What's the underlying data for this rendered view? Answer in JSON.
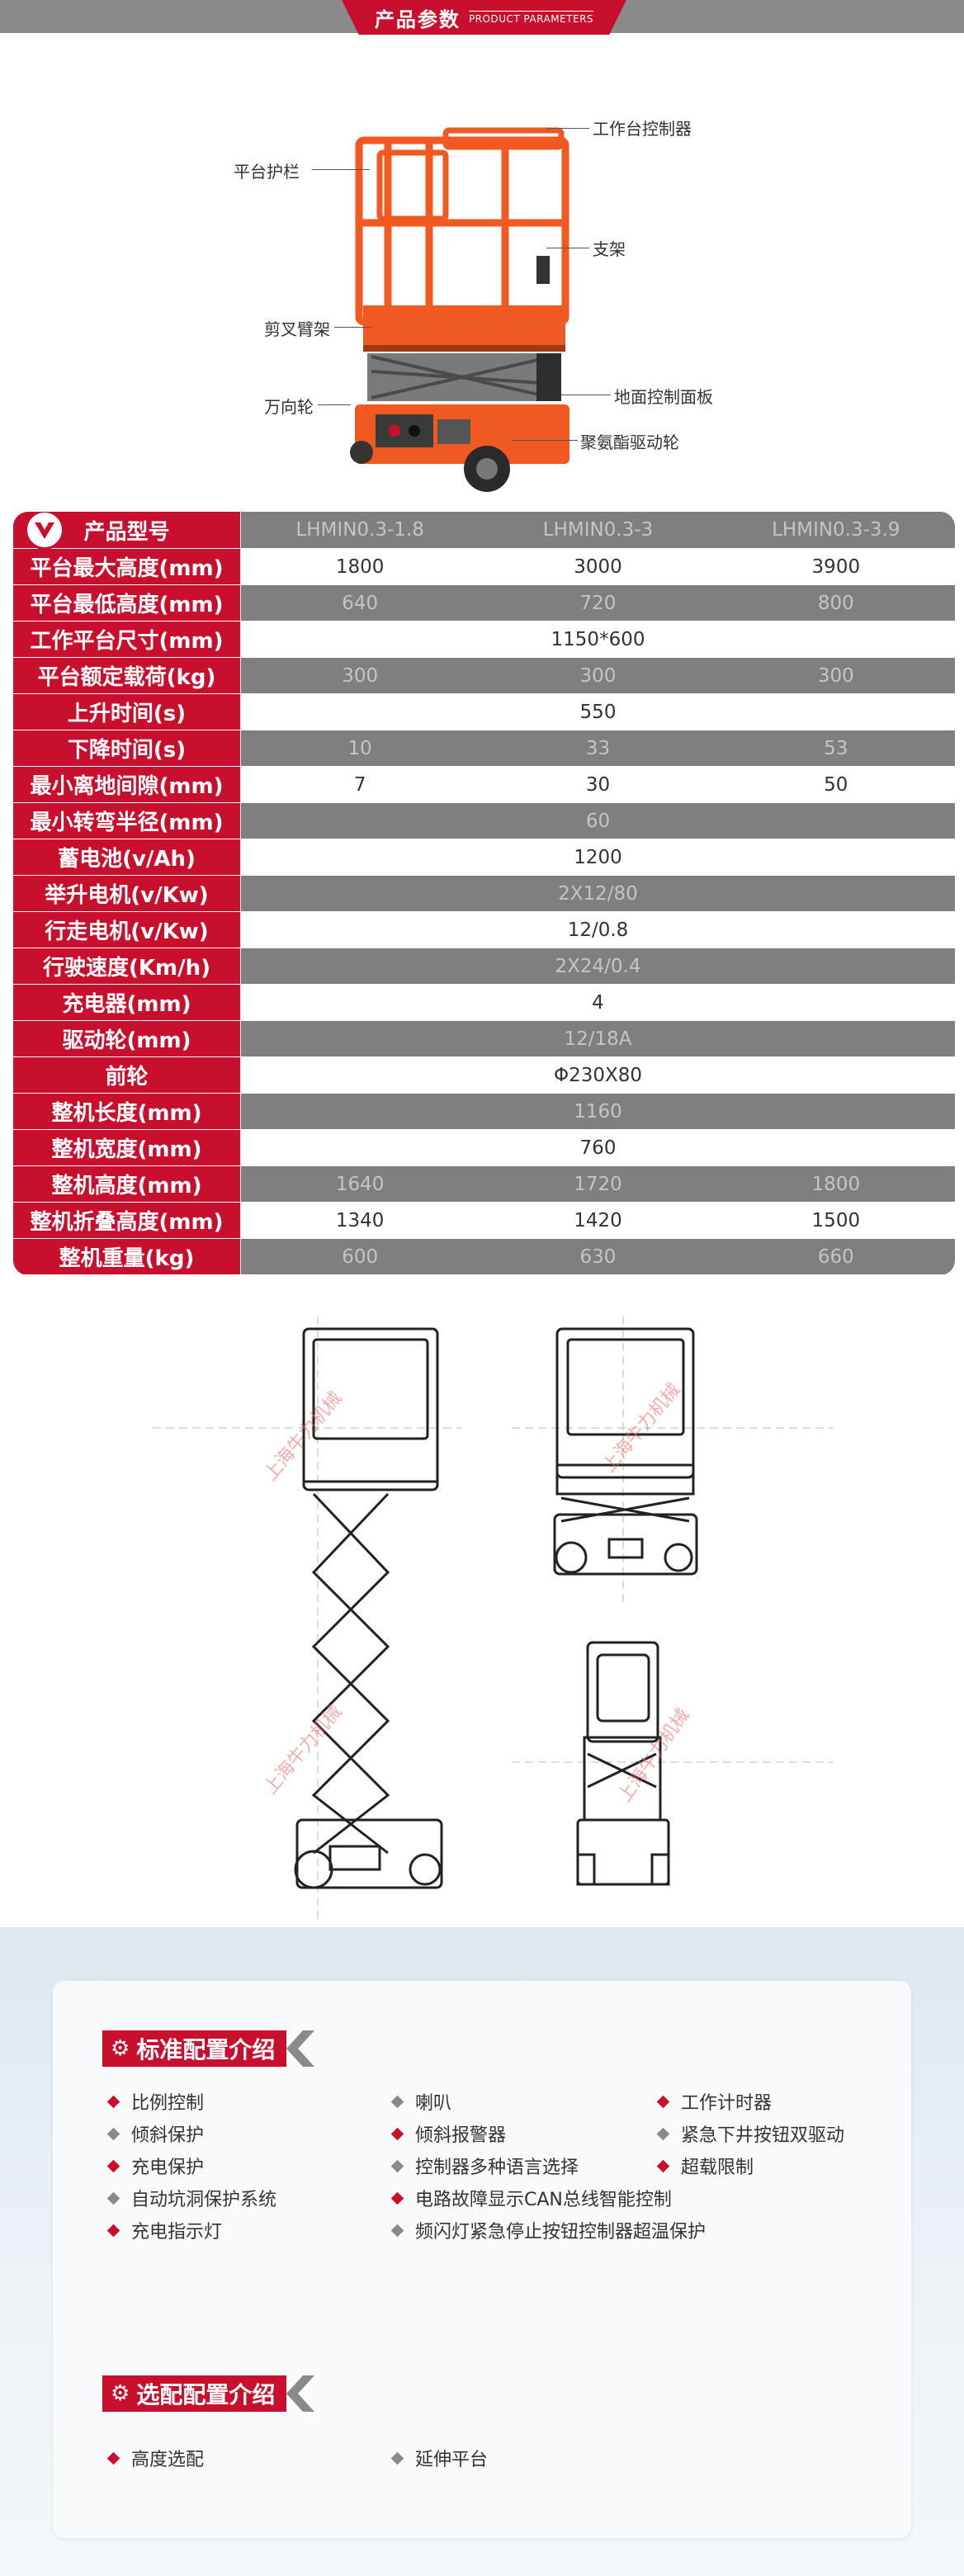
{
  "header": {
    "title_zh": "产品参数",
    "title_en": "PRODUCT PARAMETERS"
  },
  "hero_labels": {
    "guardrail": "平台护栏",
    "controller": "工作台控制器",
    "bracket": "支架",
    "scissor_arm": "剪叉臂架",
    "caster": "万向轮",
    "ground_panel": "地面控制面板",
    "pu_wheel": "聚氨酯驱动轮"
  },
  "spec_table": {
    "rows": [
      {
        "label": "产品型号",
        "values": [
          "LHMIN0.3-1.8",
          "LHMIN0.3-3",
          "LHMIN0.3-3.9"
        ],
        "style": "alt"
      },
      {
        "label": "平台最大高度(mm)",
        "values": [
          "1800",
          "3000",
          "3900"
        ],
        "style": "norm"
      },
      {
        "label": "平台最低高度(mm)",
        "values": [
          "640",
          "720",
          "800"
        ],
        "style": "alt"
      },
      {
        "label": "工作平台尺寸(mm)",
        "values": [
          "1150*600"
        ],
        "style": "norm"
      },
      {
        "label": "平台额定载荷(kg)",
        "values": [
          "300",
          "300",
          "300"
        ],
        "style": "alt"
      },
      {
        "label": "上升时间(s)",
        "values": [
          "550"
        ],
        "style": "norm"
      },
      {
        "label": "下降时间(s)",
        "values": [
          "10",
          "33",
          "53"
        ],
        "style": "alt"
      },
      {
        "label": "最小离地间隙(mm)",
        "values": [
          "7",
          "30",
          "50"
        ],
        "style": "norm"
      },
      {
        "label": "最小转弯半径(mm)",
        "values": [
          "60"
        ],
        "style": "alt"
      },
      {
        "label": "蓄电池(v/Ah)",
        "values": [
          "1200"
        ],
        "style": "norm"
      },
      {
        "label": "举升电机(v/Kw)",
        "values": [
          "2X12/80"
        ],
        "style": "alt"
      },
      {
        "label": "行走电机(v/Kw)",
        "values": [
          "12/0.8"
        ],
        "style": "norm"
      },
      {
        "label": "行驶速度(Km/h)",
        "values": [
          "2X24/0.4"
        ],
        "style": "alt"
      },
      {
        "label": "充电器(mm)",
        "values": [
          "4"
        ],
        "style": "norm"
      },
      {
        "label": "驱动轮(mm)",
        "values": [
          "12/18A"
        ],
        "style": "alt"
      },
      {
        "label": "前轮",
        "values": [
          "Φ230X80"
        ],
        "style": "norm"
      },
      {
        "label": "整机长度(mm)",
        "values": [
          "1160"
        ],
        "style": "alt"
      },
      {
        "label": "整机宽度(mm)",
        "values": [
          "760"
        ],
        "style": "norm"
      },
      {
        "label": "整机高度(mm)",
        "values": [
          "1640",
          "1720",
          "1800"
        ],
        "style": "alt"
      },
      {
        "label": "整机折叠高度(mm)",
        "values": [
          "1340",
          "1420",
          "1500"
        ],
        "style": "norm"
      },
      {
        "label": "整机重量(kg)",
        "values": [
          "600",
          "630",
          "660"
        ],
        "style": "alt"
      }
    ]
  },
  "drawings": {
    "watermark": "上海牛力机械"
  },
  "standard_config": {
    "title": "标准配置介绍",
    "items": [
      {
        "text": "比例控制",
        "color": "red"
      },
      {
        "text": "喇叭",
        "color": "grey"
      },
      {
        "text": "工作计时器",
        "color": "red"
      },
      {
        "text": "倾斜保护",
        "color": "grey"
      },
      {
        "text": "倾斜报警器",
        "color": "red"
      },
      {
        "text": "紧急下井按钮双驱动",
        "color": "grey"
      },
      {
        "text": "充电保护",
        "color": "red"
      },
      {
        "text": "控制器多种语言选择",
        "color": "grey"
      },
      {
        "text": "超载限制",
        "color": "red"
      },
      {
        "text": "自动坑洞保护系统",
        "color": "grey"
      },
      {
        "text": "电路故障显示CAN总线智能控制",
        "color": "red"
      },
      {
        "text": "充电指示灯",
        "color": "red"
      },
      {
        "text": "频闪灯紧急停止按钮控制器超温保护",
        "color": "grey"
      }
    ]
  },
  "optional_config": {
    "title": "选配配置介绍",
    "items": [
      {
        "text": "高度选配",
        "color": "red"
      },
      {
        "text": "延伸平台",
        "color": "grey"
      }
    ]
  },
  "colors": {
    "brand_red": "#c8102e",
    "machine_orange": "#f05a22",
    "row_grey": "#7f7f7f"
  }
}
